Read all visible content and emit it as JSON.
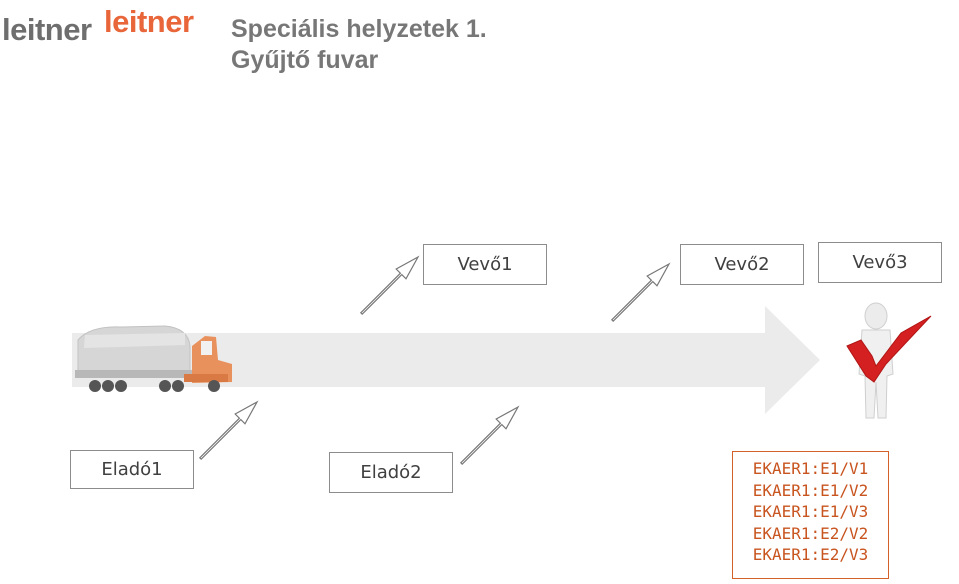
{
  "logo": {
    "text_gray": "leitner",
    "text_orange": "leitner"
  },
  "title": {
    "line1": "Speciális helyzetek 1.",
    "line2": "Gyűjtő fuvar"
  },
  "buyers": [
    {
      "label": "Vevő1"
    },
    {
      "label": "Vevő2"
    },
    {
      "label": "Vevő3"
    }
  ],
  "sellers": [
    {
      "label": "Eladó1"
    },
    {
      "label": "Eladó2"
    }
  ],
  "codes": [
    "EKAER1:E1/V1",
    "EKAER1:E1/V2",
    "EKAER1:E1/V3",
    "EKAER1:E2/V2",
    "EKAER1:E2/V3"
  ],
  "colors": {
    "accent": "#e8663a",
    "code_text": "#c8541f",
    "check": "#d42020",
    "main_arrow": "#ebebeb"
  }
}
